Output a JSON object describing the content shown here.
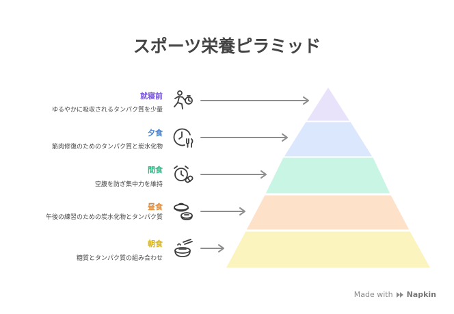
{
  "title": "スポーツ栄養ピラミッド",
  "colors": {
    "title": "#444444",
    "icon_stroke": "#3d3d3d",
    "arrow": "#8e8e8e",
    "layers": [
      "#e8e2fb",
      "#dbe7fd",
      "#c9f5e4",
      "#fde2c9",
      "#fbf4bf"
    ],
    "labels": [
      "#7b5bd6",
      "#3f7fd0",
      "#2fb886",
      "#e58a33",
      "#d8b51b"
    ]
  },
  "layers": [
    {
      "label": "就寝前",
      "description": "ゆるやかに吸収されるタンパク質を少量",
      "icon": "running-person-stopwatch-icon"
    },
    {
      "label": "夕食",
      "description": "筋肉修復のためのタンパク質と炭水化物",
      "icon": "clock-fork-knife-icon"
    },
    {
      "label": "間食",
      "description": "空腹を防ぎ集中力を維持",
      "icon": "alarm-clock-pill-icon"
    },
    {
      "label": "昼食",
      "description": "午後の練習のための炭水化物とタンパク質",
      "icon": "lunch-bowl-icon"
    },
    {
      "label": "朝食",
      "description": "糖質とタンパク質の組み合わせ",
      "icon": "breakfast-bowl-icon"
    }
  ],
  "branding": {
    "made_with": "Made with",
    "brand": "Napkin"
  }
}
